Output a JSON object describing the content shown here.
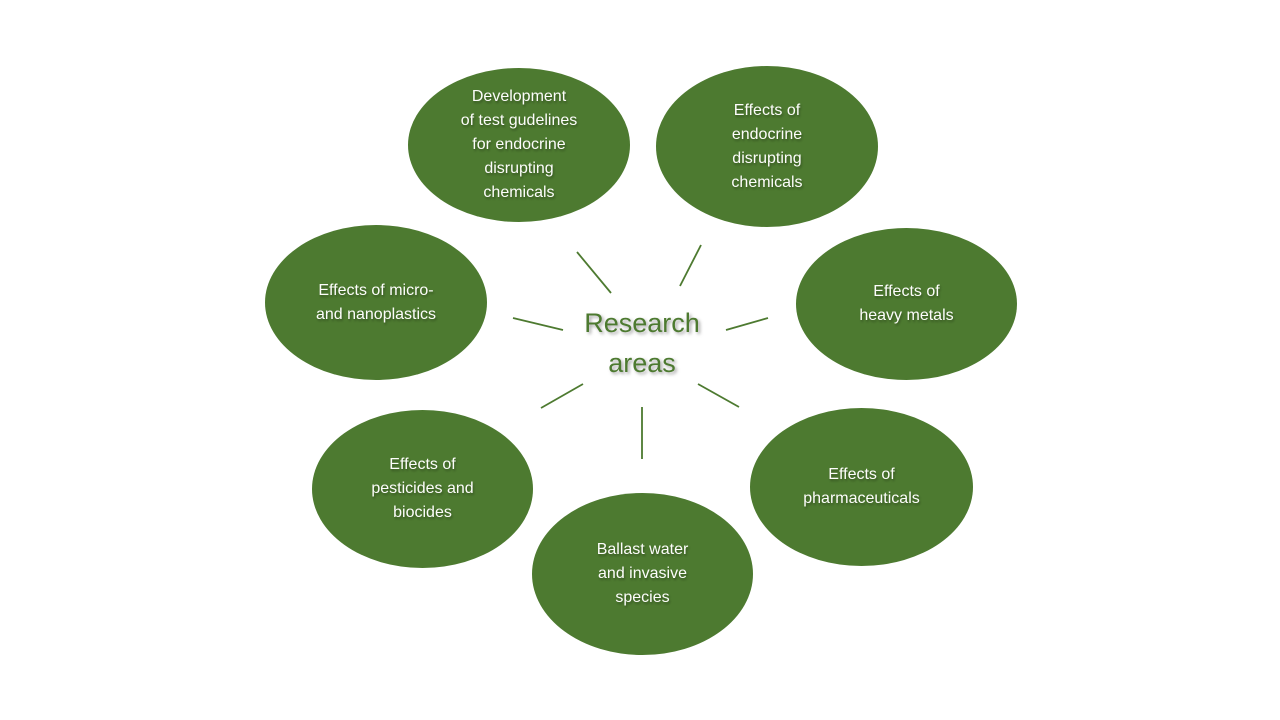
{
  "diagram": {
    "title": "Research areas",
    "center": {
      "label": "Research\nareas"
    },
    "nodes": [
      {
        "id": "test-guidelines",
        "label": "Development\nof test gudelines\nfor endocrine\ndisrupting\nchemicals"
      },
      {
        "id": "endocrine-effects",
        "label": "Effects of\nendocrine\ndisrupting\nchemicals"
      },
      {
        "id": "microplastics",
        "label": "Effects of micro-\nand nanoplastics"
      },
      {
        "id": "heavy-metals",
        "label": "Effects of\nheavy metals"
      },
      {
        "id": "pesticides",
        "label": "Effects of\npesticides and\nbiocides"
      },
      {
        "id": "ballast-water",
        "label": "Ballast water\nand invasive\nspecies"
      },
      {
        "id": "pharmaceuticals",
        "label": "Effects of\npharmaceuticals"
      }
    ],
    "connector_count": 7,
    "colors": {
      "node_fill": "#4d7a30",
      "node_text": "#fdfdfb",
      "connector": "#4d7a30",
      "center_text": "#4d7a30",
      "background": "#ffffff"
    }
  }
}
